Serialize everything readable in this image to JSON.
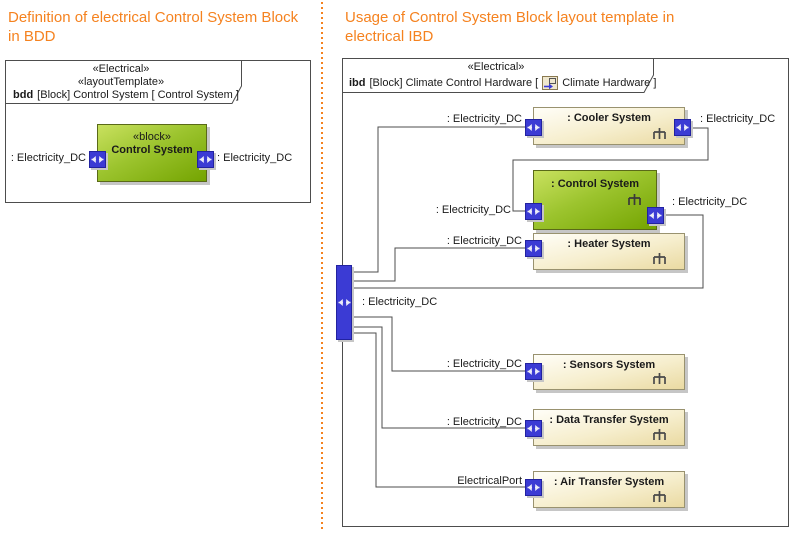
{
  "left_panel": {
    "title": "Definition of electrical Control System Block in BDD",
    "frame_header": {
      "stereotype_line1": "«Electrical»",
      "stereotype_line2": "«layoutTemplate»",
      "keyword": "bdd",
      "rest": "[Block] Control System [ Control System ]"
    },
    "block": {
      "stereotype": "«block»",
      "name": "Control System",
      "left_port_label": ": Electricity_DC",
      "right_port_label": ": Electricity_DC"
    }
  },
  "right_panel": {
    "title": "Usage of Control System Block layout template in electrical IBD",
    "frame_header": {
      "stereotype_line1": "«Electrical»",
      "keyword": "ibd",
      "before_icon": "[Block] Climate Control Hardware [",
      "icon_name": "internal-diagram-icon",
      "after_icon": "Climate Hardware ]"
    },
    "boundary_port_label": ": Electricity_DC",
    "parts": [
      {
        "name": ": Cooler System",
        "left_port_label": ": Electricity_DC",
        "right_port_label": ": Electricity_DC"
      },
      {
        "name": ": Control System",
        "left_port_label": ": Electricity_DC",
        "right_port_label": ": Electricity_DC"
      },
      {
        "name": ": Heater System",
        "left_port_label": ": Electricity_DC"
      },
      {
        "name": ": Sensors System",
        "left_port_label": ": Electricity_DC"
      },
      {
        "name": ": Data Transfer System",
        "left_port_label": ": Electricity_DC"
      },
      {
        "name": ": Air Transfer System",
        "left_port_label": "ElectricalPort"
      }
    ]
  },
  "colors": {
    "accent_orange": "#F5821F",
    "port_blue": "#3B3BD4",
    "block_green_light": "#C9E15F",
    "block_green_dark": "#74A401",
    "block_cream_light": "#FFFEF8",
    "block_cream_dark": "#EADAA2",
    "connector_gray": "#4D4D4D",
    "shadow_gray": "#C6C6C6"
  },
  "icons": {
    "port_glyph": "bidirectional-flow-arrows",
    "structure_glyph": "rake-structure",
    "header_glyph": "internal-diagram"
  }
}
